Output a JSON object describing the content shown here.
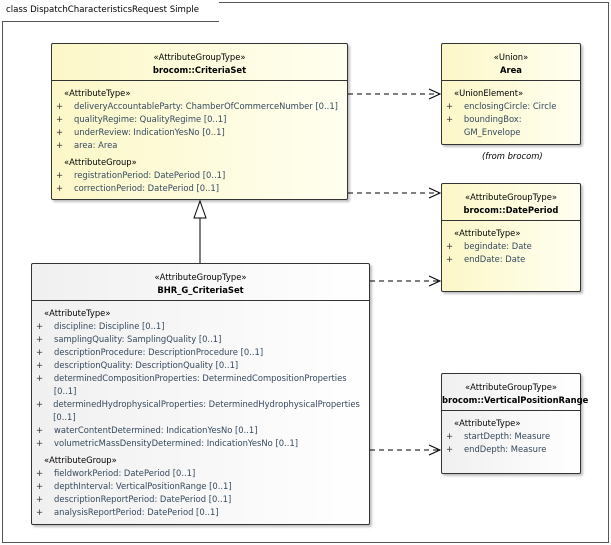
{
  "frame": {
    "title": "class DispatchCharacteristicsRequest Simple"
  },
  "classes": {
    "criteria_set": {
      "stereotype": "«AttributeGroupType»",
      "name": "brocom::CriteriaSet",
      "sections": [
        {
          "stereotype": "«AttributeType»",
          "rows": [
            "deliveryAccountableParty: ChamberOfCommerceNumber [0..1]",
            "qualityRegime: QualityRegime [0..1]",
            "underReview: IndicationYesNo [0..1]",
            "area: Area"
          ]
        },
        {
          "stereotype": "«AttributeGroup»",
          "rows": [
            "registrationPeriod: DatePeriod [0..1]",
            "correctionPeriod: DatePeriod [0..1]"
          ]
        }
      ]
    },
    "area": {
      "stereotype": "«Union»",
      "name": "Area",
      "note": "(from brocom)",
      "sections": [
        {
          "stereotype": "«UnionElement»",
          "rows": [
            "enclosingCircle: Circle",
            "boundingBox: GM_Envelope"
          ]
        }
      ]
    },
    "date_period": {
      "stereotype": "«AttributeGroupType»",
      "name": "brocom::DatePeriod",
      "sections": [
        {
          "stereotype": "«AttributeType»",
          "rows": [
            "begindate: Date",
            "endDate: Date"
          ]
        }
      ]
    },
    "bhr_criteria_set": {
      "stereotype": "«AttributeGroupType»",
      "name": "BHR_G_CriteriaSet",
      "sections": [
        {
          "stereotype": "«AttributeType»",
          "rows": [
            "discipline: Discipline [0..1]",
            "samplingQuality: SamplingQuality [0..1]",
            "descriptionProcedure: DescriptionProcedure [0..1]",
            "descriptionQuality: DescriptionQuality [0..1]",
            "determinedCompositionProperties: DeterminedCompositionProperties [0..1]",
            "determinedHydrophysicalProperties: DeterminedHydrophysicalProperties [0..1]",
            "waterContentDetermined: IndicationYesNo [0..1]",
            "volumetricMassDensityDetermined: IndicationYesNo [0..1]"
          ]
        },
        {
          "stereotype": "«AttributeGroup»",
          "rows": [
            "fieldworkPeriod: DatePeriod [0..1]",
            "depthInterval: VerticalPositionRange [0..1]",
            "descriptionReportPeriod: DatePeriod [0..1]",
            "analysisReportPeriod: DatePeriod [0..1]"
          ]
        }
      ]
    },
    "vertical_position_range": {
      "stereotype": "«AttributeGroupType»",
      "name": "brocom::VerticalPositionRange",
      "sections": [
        {
          "stereotype": "«AttributeType»",
          "rows": [
            "startDepth: Measure",
            "endDepth: Measure"
          ]
        }
      ]
    }
  },
  "visibility_marker": "+",
  "colors": {
    "class_fill": "#fcf7c8",
    "external_fill": "#f0f0f0",
    "attribute_text": "#34495e"
  }
}
